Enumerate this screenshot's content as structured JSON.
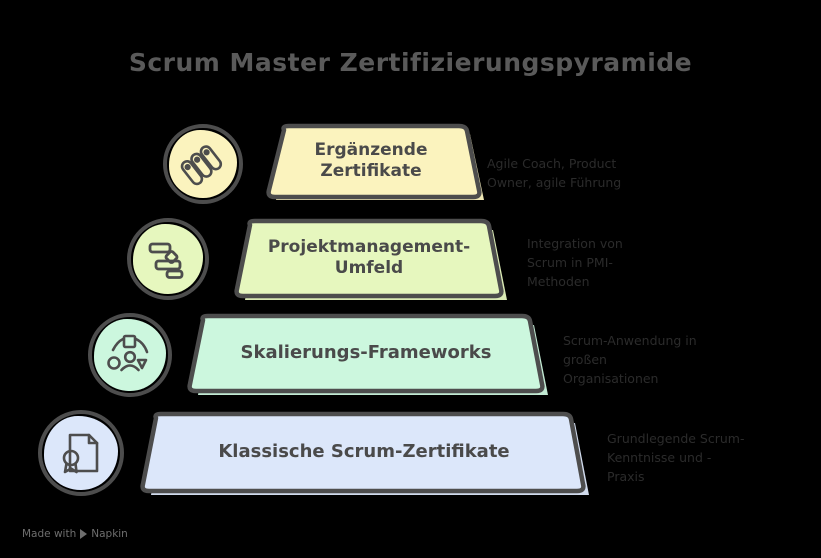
{
  "title": "Scrum Master Zertifizierungspyramide",
  "background_color": "#000000",
  "outline_color": "#4d4d4d",
  "title_color": "#5a5a5a",
  "levels": [
    {
      "label": "Ergänzende\nZertifikate",
      "label_line1": "Ergänzende",
      "label_line2": "Zertifikate",
      "annotation": "Agile Coach, Product Owner, agile Führung",
      "annotation_line1": "Agile Coach, Product",
      "annotation_line2": "Owner, agile Führung",
      "fill_color": "#FBF3BE",
      "icon": "documents-list-icon"
    },
    {
      "label": "Projektmanagement-\nUmfeld",
      "label_line1": "Projektmanagement-",
      "label_line2": "Umfeld",
      "annotation": "Integration von Scrum in PMI-Methoden",
      "annotation_line1": "Integration von",
      "annotation_line2": "Scrum in PMI-",
      "annotation_line3": "Methoden",
      "fill_color": "#E6F7BE",
      "icon": "gantt-chart-icon"
    },
    {
      "label": "Skalierungs-Frameworks",
      "label_line1": "Skalierungs-Frameworks",
      "annotation": "Scrum-Anwendung in großen Organisationen",
      "annotation_line1": "Scrum-Anwendung in",
      "annotation_line2": "großen",
      "annotation_line3": "Organisationen",
      "fill_color": "#CCF7DE",
      "icon": "team-network-icon"
    },
    {
      "label": "Klassische Scrum-Zertifikate",
      "label_line1": "Klassische Scrum-Zertifikate",
      "annotation": "Grundlegende Scrum-Kenntnisse und -Praxis",
      "annotation_line1": "Grundlegende Scrum-",
      "annotation_line2": "Kenntnisse und -",
      "annotation_line3": "Praxis",
      "fill_color": "#DCE7FA",
      "icon": "certificate-document-icon"
    }
  ],
  "watermark": {
    "prefix": "Made with",
    "brand": "Napkin"
  }
}
